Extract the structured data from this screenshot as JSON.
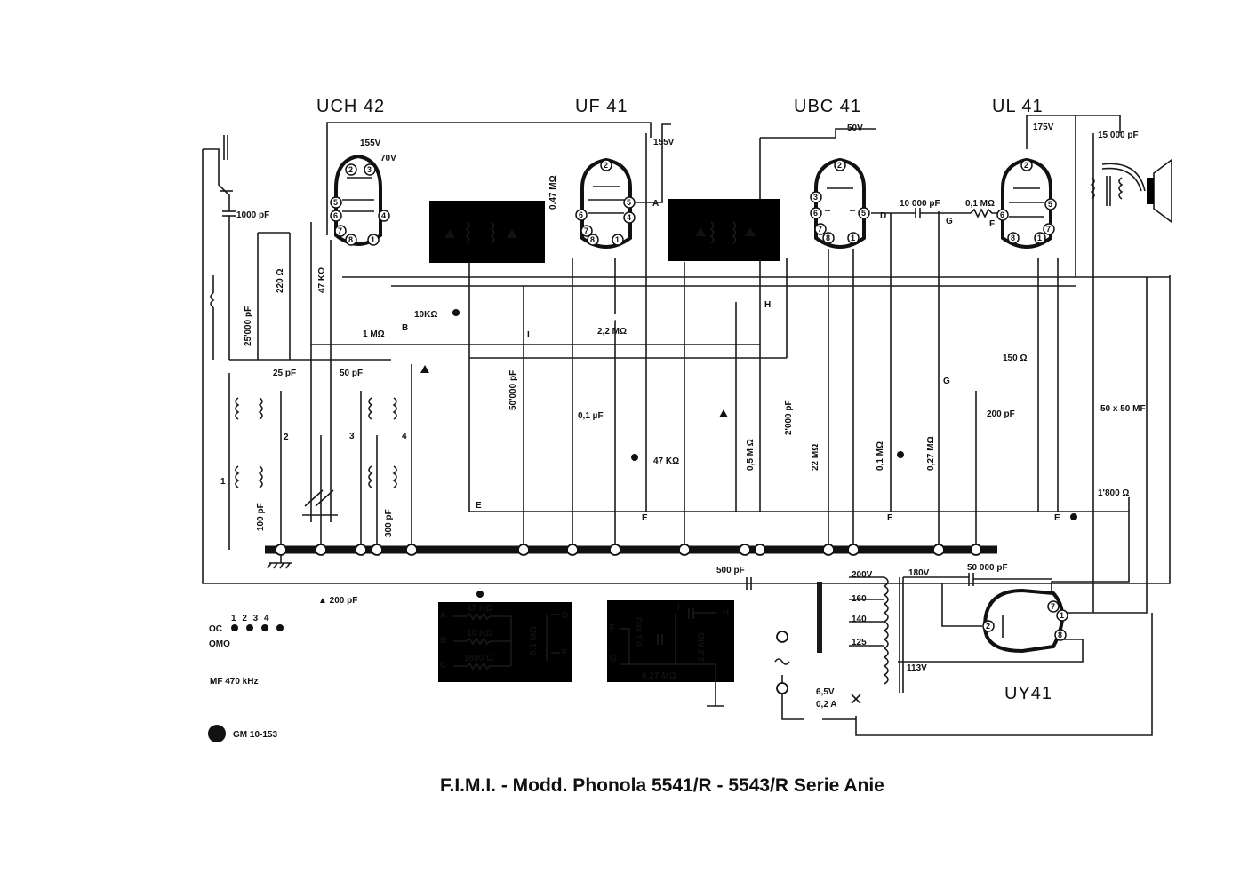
{
  "tubes": {
    "uch42": "UCH 42",
    "uf41": "UF 41",
    "ubc41": "UBC 41",
    "ul41": "UL 41",
    "uy41": "UY41"
  },
  "voltages": {
    "v155a": "155V",
    "v70": "70V",
    "v155b": "155V",
    "v50": "50V",
    "v175": "175V",
    "v200": "200V",
    "v180": "180V",
    "t160": "160",
    "t140": "140",
    "t125": "125",
    "v113": "113V",
    "v65": "6,5V",
    "a02": "0,2 A"
  },
  "components": {
    "c1000": "1000 pF",
    "c25000": "25'000 pF",
    "r220": "220 Ω",
    "r47k_a": "47 KΩ",
    "r047m": "0.47 MΩ",
    "r10k": "10KΩ",
    "r1m": "1 MΩ",
    "r22m": "2,2 MΩ",
    "c25": "25 pF",
    "c50": "50 pF",
    "c50000a": "50'000 pF",
    "c01uf": "0,1 µF",
    "r47k_b": "47 KΩ",
    "r05m": "0,5 M Ω",
    "c2000": "2'000 pF",
    "r22m_b": "22 MΩ",
    "r01m_a": "0,1 MΩ",
    "r027m": "0,27 MΩ",
    "c200": "200 pF",
    "c10000": "10 000 pF",
    "r01m_b": "0,1 MΩ",
    "r150": "150 Ω",
    "c15000": "15 000 pF",
    "c50x50": "50 x 50 MF",
    "r1800": "1'800 Ω",
    "c100": "100 pF",
    "c300": "300 pF",
    "c500": "500 pF",
    "c50000b": "50 000 pF"
  },
  "points": {
    "A": "A",
    "B": "B",
    "D": "D",
    "E1": "E",
    "E2": "E",
    "E3": "E",
    "E4": "E",
    "F": "F",
    "G1": "G",
    "G2": "G",
    "H": "H",
    "I": "I",
    "coil1": "1",
    "coil2": "2",
    "coil3": "3",
    "coil4": "4"
  },
  "legend": {
    "triangle": "▲ 200 pF",
    "header": "1 2 3 4",
    "oc_label": "OC",
    "om_label": "OMO",
    "mf": "MF 470 kHz",
    "stamp": "GM 10-153"
  },
  "inset_dot": {
    "A": "A",
    "B": "B",
    "C": "C",
    "D": "D",
    "E": "E",
    "r47k": "47 KΩ",
    "r10k": "10 KΩ",
    "r1800": "1800 Ω",
    "r01m": "0,1 MΩ"
  },
  "inset_circle": {
    "F": "F",
    "G": "G",
    "H": "H",
    "I": "I",
    "r01m": "0,1 MΩ",
    "r22m": "2,2 MΩ",
    "r027m": "0,27 MΩ"
  },
  "caption": "F.I.M.I. - Modd. Phonola 5541/R - 5543/R Serie Anie"
}
